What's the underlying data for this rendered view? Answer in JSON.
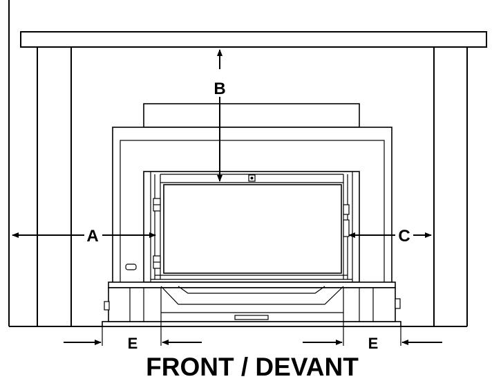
{
  "diagram": {
    "caption": "FRONT / DEVANT",
    "labels": {
      "a": "A",
      "b": "B",
      "c": "C",
      "e_left": "E",
      "e_right": "E"
    },
    "colors": {
      "line": "#000000",
      "fill_light": "#ececec",
      "background": "#ffffff"
    }
  }
}
